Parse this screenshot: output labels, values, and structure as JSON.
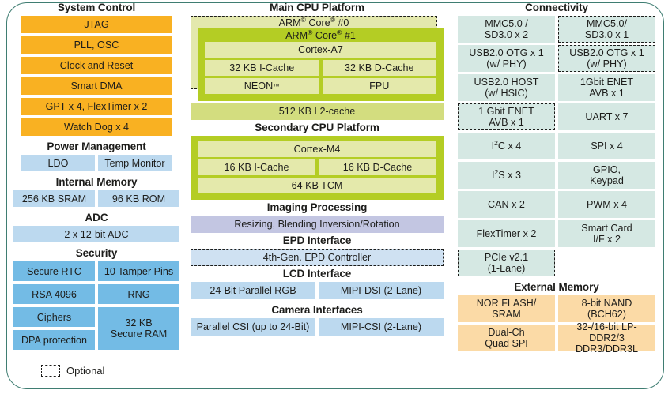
{
  "diagram": {
    "legend": {
      "label": "Optional",
      "swatch_icon": "dashed-box-icon"
    },
    "colors": {
      "frame": "#3f7d72",
      "system_control": "#f9b122",
      "power_internal_adc": "#bcd9ef",
      "security": "#73bbe5",
      "connectivity": "#d5e8e3",
      "external_memory": "#fbdaa6",
      "imaging": "#c3c6e2",
      "epd": "#cfe1f2",
      "cpu_outer": "#b4cd24",
      "cpu_inner": "#e4e9ab",
      "cpu_dashed_fill": "#e3e8ad",
      "l2_cache": "#d3dd7f"
    }
  },
  "left": {
    "system_control": {
      "title": "System Control",
      "items": [
        "JTAG",
        "PLL, OSC",
        "Clock and Reset",
        "Smart DMA",
        "GPT x 4, FlexTimer x 2",
        "Watch Dog x 4"
      ]
    },
    "power_management": {
      "title": "Power Management",
      "items": [
        "LDO",
        "Temp Monitor"
      ]
    },
    "internal_memory": {
      "title": "Internal Memory",
      "items": [
        "256 KB SRAM",
        "96 KB ROM"
      ]
    },
    "adc": {
      "title": "ADC",
      "items": [
        "2 x 12-bit ADC"
      ]
    },
    "security": {
      "title": "Security",
      "left_items": [
        "Secure RTC",
        "RSA 4096",
        "Ciphers",
        "DPA protection"
      ],
      "right_items": [
        "10 Tamper Pins",
        "RNG"
      ],
      "secure_ram_line1": "32 KB",
      "secure_ram_line2": "Secure RAM"
    }
  },
  "middle": {
    "main_cpu": {
      "title": "Main CPU Platform",
      "core0_label": "ARM® Core® #0",
      "core0_optional": true,
      "core1_label": "ARM® Core® #1",
      "core_name": "Cortex-A7",
      "icache": "32 KB I-Cache",
      "dcache": "32 KB D-Cache",
      "neon": "NEON™",
      "fpu": "FPU",
      "l2_cache": "512 KB L2-cache"
    },
    "secondary_cpu": {
      "title": "Secondary CPU Platform",
      "core_name": "Cortex-M4",
      "icache": "16 KB I-Cache",
      "dcache": "16 KB D-Cache",
      "tcm": "64 KB TCM"
    },
    "imaging": {
      "title": "Imaging Processing",
      "item": "Resizing, Blending Inversion/Rotation"
    },
    "epd": {
      "title": "EPD Interface",
      "item": "4th-Gen. EPD Controller",
      "optional": true
    },
    "lcd": {
      "title": "LCD Interface",
      "items": [
        "24-Bit Parallel RGB",
        "MIPI-DSI (2-Lane)"
      ]
    },
    "camera": {
      "title": "Camera Interfaces",
      "items": [
        "Parallel CSI (up to 24-Bit)",
        "MIPI-CSI (2-Lane)"
      ]
    }
  },
  "right": {
    "connectivity": {
      "title": "Connectivity",
      "rows": [
        [
          {
            "line1": "MMC5.0 /",
            "line2": "SD3.0 x 2",
            "optional": false
          },
          {
            "line1": "MMC5.0/",
            "line2": "SD3.0 x 1",
            "optional": true
          }
        ],
        [
          {
            "line1": "USB2.0 OTG x 1",
            "line2": "(w/ PHY)",
            "optional": false
          },
          {
            "line1": "USB2.0 OTG x 1",
            "line2": "(w/ PHY)",
            "optional": true
          }
        ],
        [
          {
            "line1": "USB2.0 HOST",
            "line2": "(w/ HSIC)",
            "optional": false
          },
          {
            "line1": "1Gbit ENET",
            "line2": "AVB x 1",
            "optional": false
          }
        ],
        [
          {
            "line1": "1 Gbit ENET",
            "line2": "AVB x 1",
            "optional": true
          },
          {
            "line1": "UART x 7",
            "line2": "",
            "optional": false
          }
        ],
        [
          {
            "line1": "I²C x 4",
            "line2": "",
            "optional": false
          },
          {
            "line1": "SPI x 4",
            "line2": "",
            "optional": false
          }
        ],
        [
          {
            "line1": "I²S x 3",
            "line2": "",
            "optional": false
          },
          {
            "line1": "GPIO,",
            "line2": "Keypad",
            "optional": false
          }
        ],
        [
          {
            "line1": "CAN x 2",
            "line2": "",
            "optional": false
          },
          {
            "line1": "PWM x 4",
            "line2": "",
            "optional": false
          }
        ],
        [
          {
            "line1": "FlexTimer x 2",
            "line2": "",
            "optional": false
          },
          {
            "line1": "Smart Card",
            "line2": "I/F x 2",
            "optional": false
          }
        ],
        [
          {
            "line1": "PCIe v2.1",
            "line2": "(1-Lane)",
            "optional": true
          }
        ]
      ]
    },
    "external_memory": {
      "title": "External Memory",
      "rows": [
        [
          {
            "line1": "NOR FLASH/",
            "line2": "SRAM"
          },
          {
            "line1": "8-bit NAND",
            "line2": "(BCH62)"
          }
        ],
        [
          {
            "line1": "Dual-Ch",
            "line2": "Quad SPI"
          },
          {
            "line1": "32-/16-bit LP-DDR2/3",
            "line2": "DDR3/DDR3L"
          }
        ]
      ]
    }
  }
}
